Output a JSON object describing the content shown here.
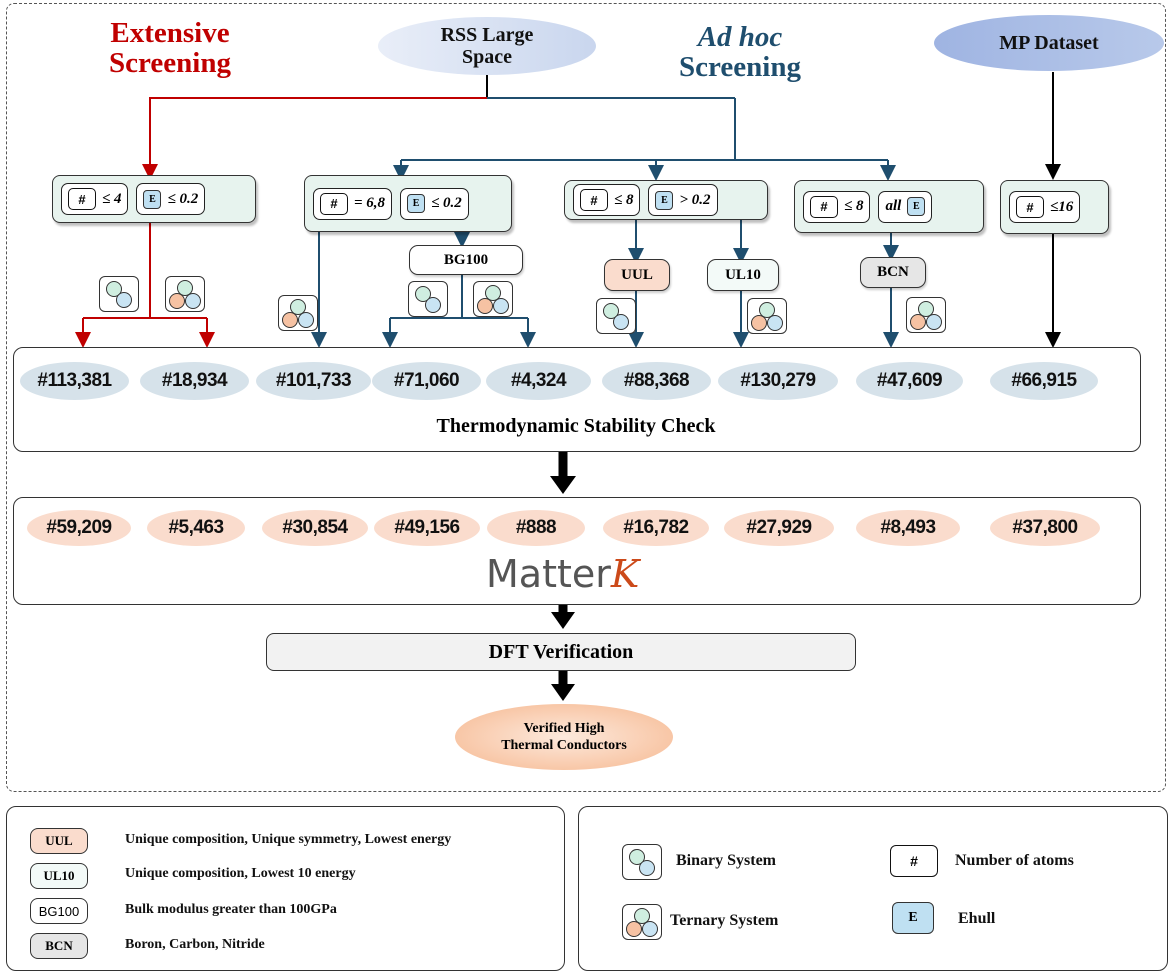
{
  "headers": {
    "extensive": "Extensive\nScreening",
    "adhoc_italic": "Ad hoc",
    "adhoc": "Screening",
    "rss": "RSS Large\nSpace",
    "mp": "MP Dataset"
  },
  "criteria": {
    "c1_atoms": "≤ 4",
    "c1_ehull": "≤ 0.2",
    "c2_atoms": "= 6,8",
    "c2_ehull": "≤ 0.2",
    "c3_atoms": "≤ 8",
    "c3_ehull": "> 0.2",
    "c4_atoms": "≤ 8",
    "c4_all": "all",
    "c5_atoms": "≤16"
  },
  "filters": {
    "bg100": "BG100",
    "uul": "UUL",
    "ul10": "UL10",
    "bcn": "BCN"
  },
  "stage1_counts": [
    "#113,381",
    "#18,934",
    "#101,733",
    "#71,060",
    "#4,324",
    "#88,368",
    "#130,279",
    "#47,609",
    "#66,915"
  ],
  "stage1_label": "Thermodynamic Stability Check",
  "stage2_counts": [
    "#59,209",
    "#5,463",
    "#30,854",
    "#49,156",
    "#888",
    "#16,782",
    "#27,929",
    "#8,493",
    "#37,800"
  ],
  "logo": {
    "text": "Matter",
    "k": "K"
  },
  "dft": "DFT Verification",
  "verified": "Verified High\nThermal Conductors",
  "symbols": {
    "hash": "#",
    "e": "E"
  },
  "legend_left": {
    "uul_tag": "UUL",
    "uul_desc": "Unique composition, Unique symmetry, Lowest energy",
    "ul10_tag": "UL10",
    "ul10_desc": "Unique composition,  Lowest 10 energy",
    "bg100_tag": "BG100",
    "bg100_desc": "Bulk modulus greater than 100GPa",
    "bcn_tag": "BCN",
    "bcn_desc": "Boron, Carbon, Nitride"
  },
  "legend_right": {
    "binary": "Binary System",
    "ternary": "Ternary System",
    "atoms": "Number of atoms",
    "ehull": "Ehull"
  },
  "colors": {
    "red": "#c00000",
    "teal": "#1f4e6e",
    "black": "#000000"
  }
}
